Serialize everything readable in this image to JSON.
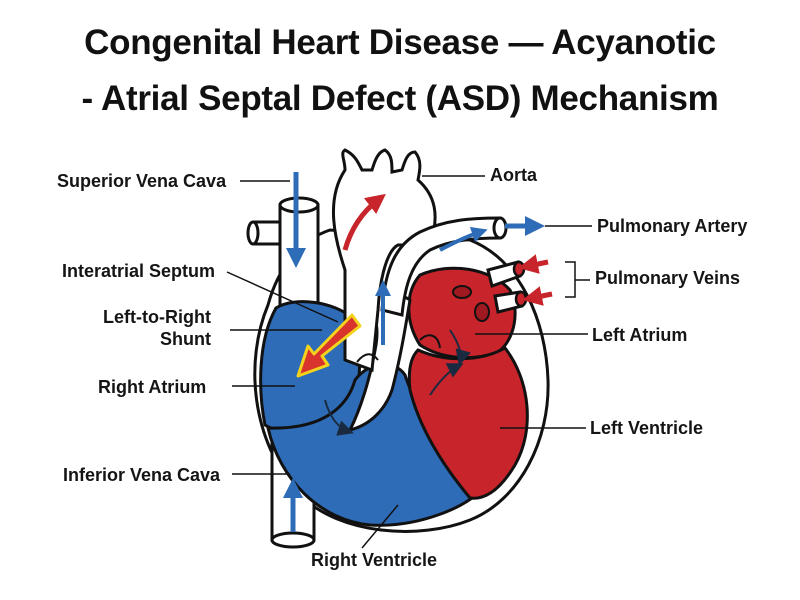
{
  "title": {
    "line1": "Congenital Heart Disease — Acyanotic",
    "line2": "- Atrial Septal Defect (ASD) Mechanism"
  },
  "labels": {
    "svc": "Superior Vena Cava",
    "aorta": "Aorta",
    "pulmonary_artery": "Pulmonary Artery",
    "pulmonary_veins": "Pulmonary Veins",
    "interatrial_septum": "Interatrial Septum",
    "shunt_line1": "Left-to-Right",
    "shunt_line2": "Shunt",
    "left_atrium": "Left Atrium",
    "right_atrium": "Right Atrium",
    "left_ventricle": "Left Ventricle",
    "ivc": "Inferior Vena Cava",
    "right_ventricle": "Right Ventricle"
  },
  "colors": {
    "deoxygenated": "#2f6cb7",
    "oxygenated": "#c8242b",
    "shunt_arrow_fill": "#d8332c",
    "shunt_arrow_outline": "#f3d31c",
    "outline": "#111111",
    "vessel": "#ffffff"
  }
}
